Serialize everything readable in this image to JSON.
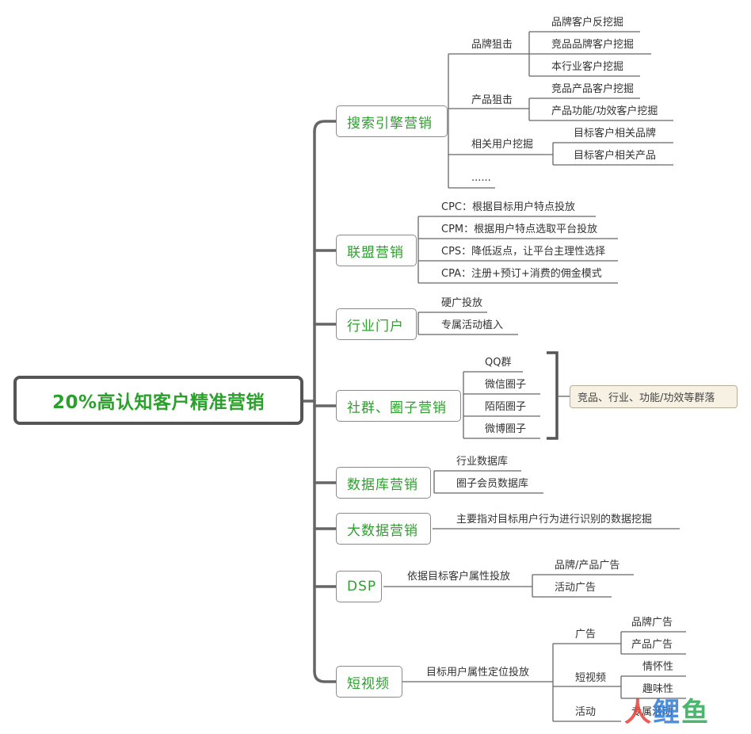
{
  "root": "20%高认知客户精准营销",
  "branches": {
    "search": {
      "label": "搜索引擎营销",
      "brand": {
        "label": "品牌狙击",
        "items": [
          "品牌客户反挖掘",
          "竞品品牌客户挖掘",
          "本行业客户挖掘"
        ]
      },
      "product": {
        "label": "产品狙击",
        "items": [
          "竞品产品客户挖掘",
          "产品功能/功效客户挖掘"
        ]
      },
      "related": {
        "label": "相关用户挖掘",
        "items": [
          "目标客户相关品牌",
          "目标客户相关产品"
        ]
      },
      "more": "......"
    },
    "union": {
      "label": "联盟营销",
      "items": [
        "CPC：根据目标用户特点投放",
        "CPM：根据用户特点选取平台投放",
        "CPS：降低返点，让平台主理性选择",
        "CPA：注册+预订+消费的佣金模式"
      ]
    },
    "portal": {
      "label": "行业门户",
      "items": [
        "硬广投放",
        "专属活动植入"
      ]
    },
    "community": {
      "label": "社群、圈子营销",
      "items": [
        "QQ群",
        "微信圈子",
        "陌陌圈子",
        "微博圈子"
      ],
      "note": "竞品、行业、功能/功效等群落"
    },
    "database": {
      "label": "数据库营销",
      "items": [
        "行业数据库",
        "圈子会员数据库"
      ]
    },
    "bigdata": {
      "label": "大数据营销",
      "items": [
        "主要指对目标用户行为进行识别的数据挖掘"
      ]
    },
    "dsp": {
      "label": "DSP",
      "sub": "依据目标客户属性投放",
      "items": [
        "品牌/产品广告",
        "活动广告"
      ]
    },
    "video": {
      "label": "短视频",
      "sub": "目标用户属性定位投放",
      "ad": {
        "label": "广告",
        "items": [
          "品牌广告",
          "产品广告"
        ]
      },
      "short": {
        "label": "短视频",
        "items": [
          "情怀性",
          "趣味性"
        ]
      },
      "activity": {
        "label": "活动",
        "items": [
          "专属活动"
        ]
      }
    }
  },
  "logo": {
    "part1": "人",
    "part2": "鲤",
    "part3": "鱼"
  },
  "colors": {
    "accent": "#2ca02c",
    "line": "#666666",
    "note_bg": "#f7f1e3"
  }
}
